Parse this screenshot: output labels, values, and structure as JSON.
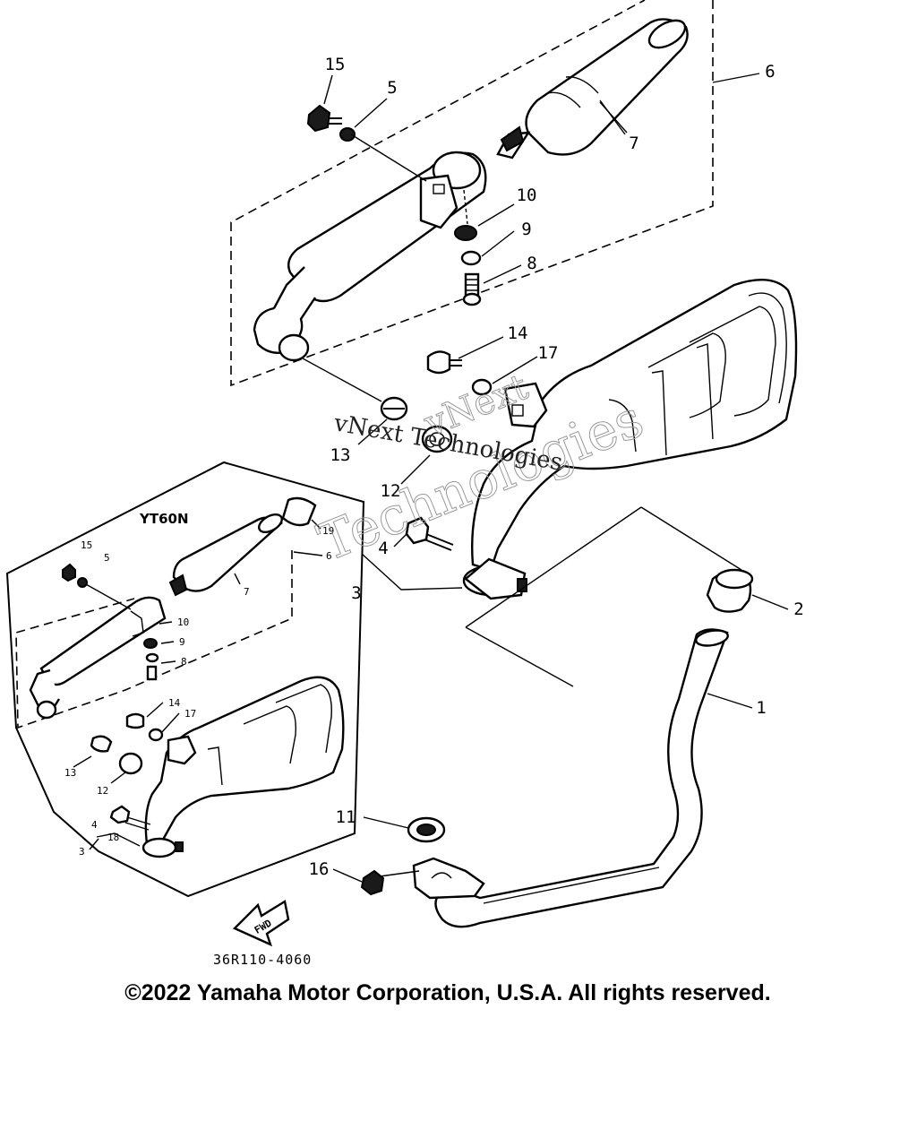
{
  "main_callouts": [
    {
      "id": "15",
      "label": "15"
    },
    {
      "id": "5",
      "label": "5"
    },
    {
      "id": "6",
      "label": "6"
    },
    {
      "id": "7",
      "label": "7"
    },
    {
      "id": "10",
      "label": "10"
    },
    {
      "id": "9",
      "label": "9"
    },
    {
      "id": "8",
      "label": "8"
    },
    {
      "id": "14",
      "label": "14"
    },
    {
      "id": "17",
      "label": "17"
    },
    {
      "id": "13",
      "label": "13"
    },
    {
      "id": "12",
      "label": "12"
    },
    {
      "id": "4",
      "label": "4"
    },
    {
      "id": "3",
      "label": "3"
    },
    {
      "id": "2",
      "label": "2"
    },
    {
      "id": "1",
      "label": "1"
    },
    {
      "id": "11",
      "label": "11"
    },
    {
      "id": "16",
      "label": "16"
    }
  ],
  "inset": {
    "title": "YT60N",
    "callouts": [
      {
        "id": "i15",
        "label": "15"
      },
      {
        "id": "i5",
        "label": "5"
      },
      {
        "id": "i19",
        "label": "19"
      },
      {
        "id": "i6",
        "label": "6"
      },
      {
        "id": "i7",
        "label": "7"
      },
      {
        "id": "i10",
        "label": "10"
      },
      {
        "id": "i9",
        "label": "9"
      },
      {
        "id": "i8",
        "label": "8"
      },
      {
        "id": "i14",
        "label": "14"
      },
      {
        "id": "i17",
        "label": "17"
      },
      {
        "id": "i13",
        "label": "13"
      },
      {
        "id": "i12",
        "label": "12"
      },
      {
        "id": "i4",
        "label": "4"
      },
      {
        "id": "i18",
        "label": "18"
      },
      {
        "id": "i3",
        "label": "3"
      }
    ]
  },
  "fwd_arrow_label": "FWD",
  "drawing_code": "36R110-4060",
  "copyright": "©2022 Yamaha Motor Corporation, U.S.A. All rights reserved.",
  "watermark_lines": [
    "vNext",
    "Technologies",
    "vNext Technologies"
  ]
}
